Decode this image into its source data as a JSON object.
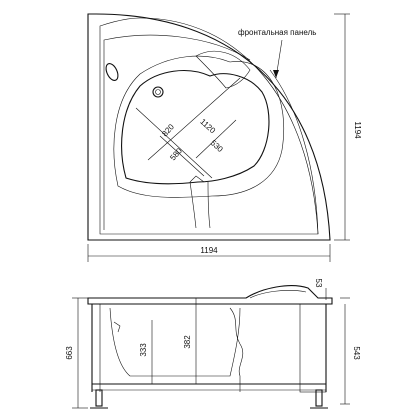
{
  "labels": {
    "front_panel": "фронтальная панель",
    "top_right": "1194",
    "top_bottom": "1194",
    "inner_820": "820",
    "inner_1120": "1120",
    "inner_580": "580",
    "inner_530": "530",
    "side_53": "53",
    "side_663": "663",
    "side_543": "543",
    "side_333": "333",
    "side_382": "382"
  }
}
